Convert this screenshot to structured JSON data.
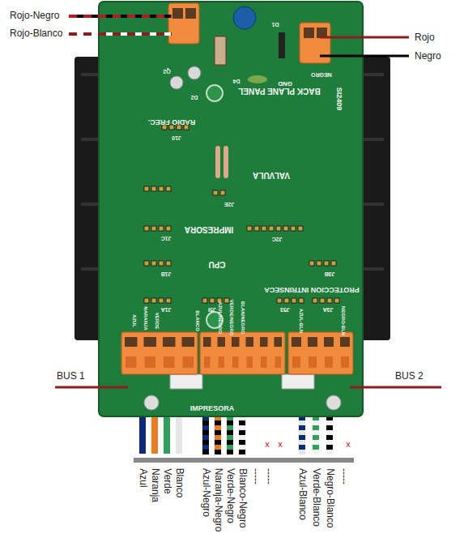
{
  "diagram": {
    "labels": [
      "Rojo-Negro",
      "Rojo-Blanco",
      "Rojo",
      "Negro",
      "BACK PLANE PANEL",
      "SI2409",
      "GND",
      "NEGRO",
      "RADIO FREC.",
      "J10",
      "VALVULA",
      "J2E",
      "IMPRESORA",
      "J1C",
      "J2C",
      "CPU",
      "J1B",
      "J3B",
      "PROTECCION INTRINSECA",
      "J1A",
      "J5I",
      "J53",
      "J3A",
      "Q2",
      "D2",
      "D4",
      "D1",
      "AZUL",
      "NARANJA",
      "VERDE",
      "BLANCO",
      "AZUL/NEGRO",
      "VERDE/NEGRO",
      "BLAN/NEGRO",
      "AZUL-BLN",
      "NEGRO-BLN",
      "BUS 1",
      "BUS 2",
      "IMPRESORA",
      "Azul",
      "Naranja",
      "Verde",
      "Blanco",
      "Azul-Negro",
      "Naranja-Negro",
      "Verde-Negro",
      "Blanco-Negro",
      "-----",
      "-----",
      "Azul-Blanco",
      "Verde-Blanco",
      "Negro-Blanco",
      "-----",
      "x",
      "x",
      "x"
    ]
  }
}
